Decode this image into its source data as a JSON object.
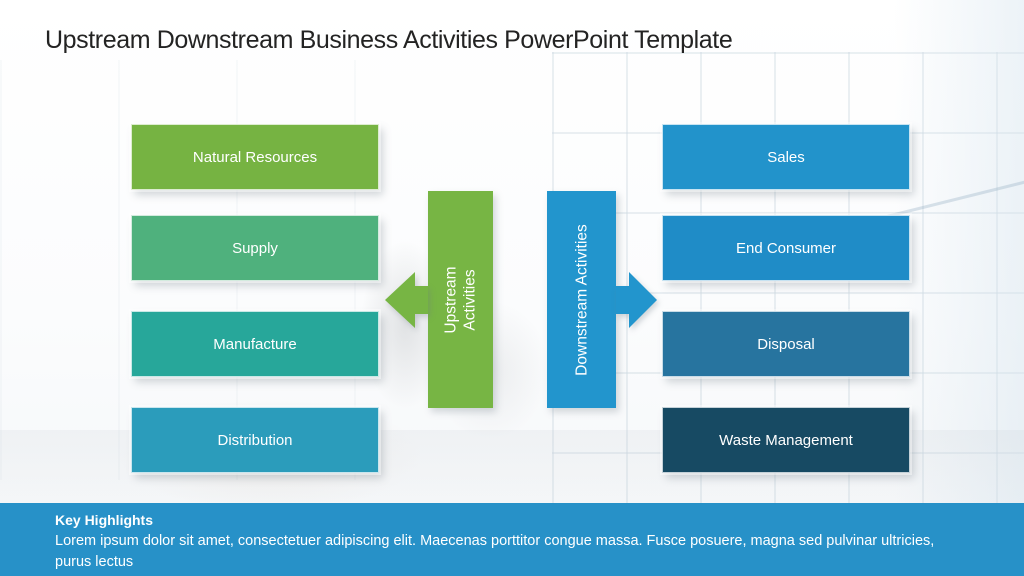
{
  "title": "Upstream Downstream Business Activities PowerPoint Template",
  "upstream": {
    "arrow_label": "Upstream Activities",
    "arrow_color": "#77b544",
    "boxes": [
      {
        "label": "Natural Resources",
        "color": "#76b342"
      },
      {
        "label": "Supply",
        "color": "#4fb17d"
      },
      {
        "label": "Manufacture",
        "color": "#27a79a"
      },
      {
        "label": "Distribution",
        "color": "#2b9cbb"
      }
    ]
  },
  "downstream": {
    "arrow_label": "Downstream Activities",
    "arrow_color": "#2295cd",
    "boxes": [
      {
        "label": "Sales",
        "color": "#2293cb"
      },
      {
        "label": "End Consumer",
        "color": "#1f8cc7"
      },
      {
        "label": "Disposal",
        "color": "#27749f"
      },
      {
        "label": "Waste Management",
        "color": "#174a63"
      }
    ]
  },
  "footer": {
    "heading": "Key Highlights",
    "body": "Lorem ipsum dolor sit amet, consectetuer adipiscing elit. Maecenas porttitor congue massa. Fusce posuere, magna sed pulvinar ultricies, purus lectus",
    "background": "#2791c8"
  }
}
